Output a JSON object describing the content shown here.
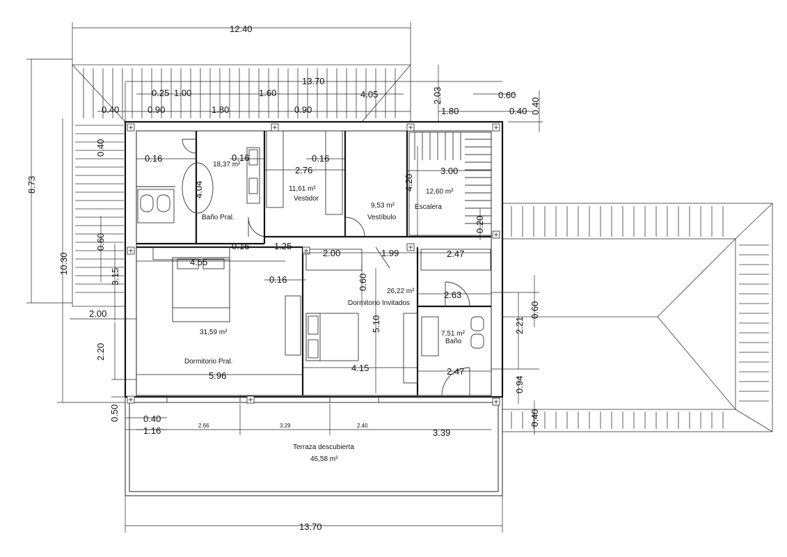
{
  "rooms": [
    {
      "id": "bano-pral",
      "name": "Baño Pral.",
      "area": "18,37 m²"
    },
    {
      "id": "vestidor",
      "name": "Vestidor",
      "area": "11,61 m²"
    },
    {
      "id": "vestibulo",
      "name": "Vestíbulo",
      "area": "9,53 m²"
    },
    {
      "id": "escalera",
      "name": "Escalera",
      "area": "12,60 m²"
    },
    {
      "id": "dormitorio-pral",
      "name": "Dormitorio Pral.",
      "area": "31,59 m²"
    },
    {
      "id": "dormitorio-invitados",
      "name": "Dormitorio Invitados",
      "area": "26,22 m²"
    },
    {
      "id": "bano",
      "name": "Baño",
      "area": "7,51 m²"
    },
    {
      "id": "terraza",
      "name": "Terraza descubierta",
      "area": "46,58 m²"
    }
  ],
  "dimensions": {
    "top_total": "12.40",
    "roof_width": "13.70",
    "bottom_total": "13.70",
    "left_total": "10.30",
    "left_height": "8.73",
    "d_025": "0.25",
    "d_100": "1.00",
    "d_160": "1.60",
    "d_405": "4.05",
    "d_203": "2.03",
    "d_060_top": "0.60",
    "d_040_tl": "0.40",
    "d_090_a": "0.90",
    "d_180_a": "1.80",
    "d_090_b": "0.90",
    "d_180_b": "1.80",
    "d_040_tr": "0.40",
    "d_040_vr": "0.40",
    "d_040_vl": "0.40",
    "d_016_a": "0.16",
    "d_016_b": "0.16",
    "d_016_c": "0.16",
    "d_404": "4.04",
    "d_276": "2.76",
    "d_300": "3.00",
    "d_420": "4.20",
    "d_020": "0.20",
    "d_060_l": "0.60",
    "d_315": "3.15",
    "d_016_d": "0.16",
    "d_125": "1.25",
    "d_200_a": "2.00",
    "d_199": "1.99",
    "d_247_a": "2.47",
    "d_455": "4.55",
    "d_016_e": "0.16",
    "d_060_m": "0.60",
    "d_263": "2.63",
    "d_221": "2.21",
    "d_060_r": "0.60",
    "d_200_b": "2.00",
    "d_510": "5.10",
    "d_220": "2.20",
    "d_415": "4.15",
    "d_247_b": "2.47",
    "d_596": "5.96",
    "d_094": "0.94",
    "d_050": "0.50",
    "d_040_b": "0.40",
    "d_116": "1.16",
    "d_266": "2.66",
    "d_329": "3.29",
    "d_240": "2.40",
    "d_339": "3.39",
    "d_040_br": "0.40"
  }
}
